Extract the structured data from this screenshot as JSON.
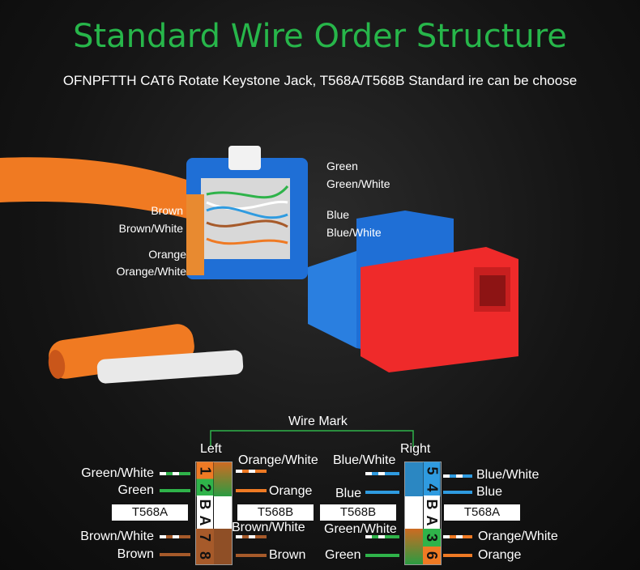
{
  "header": {
    "title": "Standard Wire Order Structure",
    "subtitle": "OFNPFTTH CAT6 Rotate Keystone Jack, T568A/T568B Standard ire can be choose"
  },
  "photo_labels": {
    "green": "Green",
    "green_white": "Green/White",
    "blue": "Blue",
    "blue_white": "Blue/White",
    "brown": "Brown",
    "brown_white": "Brown/White",
    "orange": "Orange",
    "orange_white": "Orange/White"
  },
  "wire_mark": {
    "title": "Wire Mark",
    "left": "Left",
    "right": "Right",
    "left_block": {
      "cells": [
        "1",
        "2",
        "B",
        "A",
        "7",
        "8"
      ],
      "left_labels": [
        "Green/White",
        "Green",
        "T568A",
        "Brown/White",
        "Brown"
      ],
      "right_labels": [
        "Orange/White",
        "Orange",
        "T568B",
        "Brown/White",
        "Brown"
      ]
    },
    "right_block": {
      "cells": [
        "5",
        "4",
        "B",
        "A",
        "3",
        "6"
      ],
      "left_labels": [
        "Blue/White",
        "Blue",
        "T568B",
        "Green/White",
        "Green"
      ],
      "right_labels": [
        "Blue/White",
        "Blue",
        "T568A",
        "Orange/White",
        "Orange"
      ]
    }
  },
  "colors": {
    "title_green": "#27b64a",
    "green": "#2fb34a",
    "orange": "#ef7a24",
    "blue": "#2f9be0",
    "brown": "#a65a2a",
    "jack_blue": "#1f6fd6",
    "jack_red": "#ef2a2a"
  }
}
